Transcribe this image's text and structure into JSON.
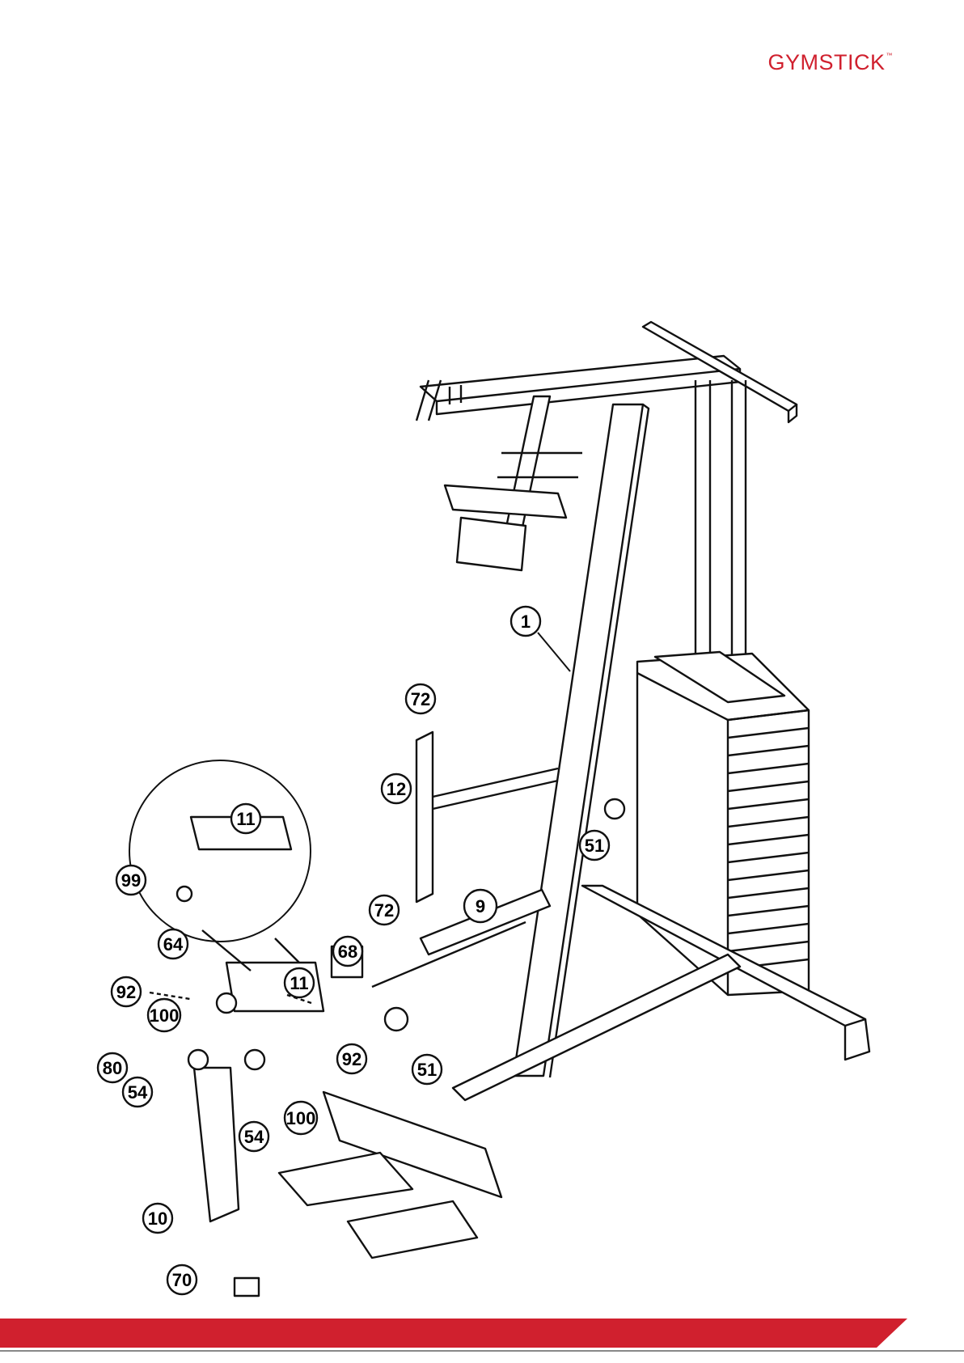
{
  "brand": {
    "name": "GYMSTICK",
    "tm": "™",
    "color": "#d0202e"
  },
  "callouts": {
    "c1": "1",
    "c72a": "72",
    "c12": "12",
    "c51a": "51",
    "c11a": "11",
    "c99": "99",
    "c64": "64",
    "c72b": "72",
    "c9": "9",
    "c68": "68",
    "c92a": "92",
    "c11b": "11",
    "c100a": "100",
    "c80": "80",
    "c92b": "92",
    "c51b": "51",
    "c54a": "54",
    "c100b": "100",
    "c54b": "54",
    "c10": "10",
    "c70": "70"
  },
  "footer": {
    "color": "#d0202e"
  }
}
